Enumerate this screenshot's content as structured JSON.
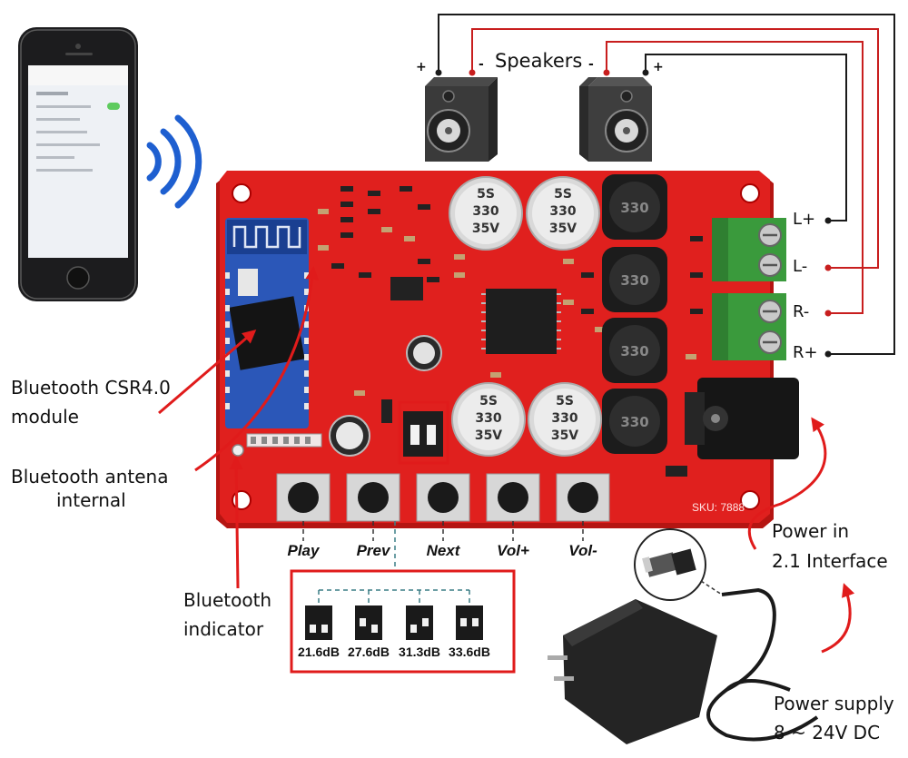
{
  "labels": {
    "speakers": "Speakers",
    "bt_module_line1": "Bluetooth CSR4.0",
    "bt_module_line2": "module",
    "bt_antenna_line1": "Bluetooth antena",
    "bt_antenna_line2": "internal",
    "bt_indicator_line1": "Bluetooth",
    "bt_indicator_line2": "indicator",
    "power_in_line1": "Power in",
    "power_in_line2": "2.1 Interface",
    "power_supply_line1": "Power supply",
    "power_supply_line2": "8 ~ 24V DC"
  },
  "terminals": [
    "L+",
    "L-",
    "R-",
    "R+"
  ],
  "speaker_signs": {
    "plus": "+",
    "minus": "-"
  },
  "buttons": [
    "Play",
    "Prev",
    "Next",
    "Vol+",
    "Vol-"
  ],
  "gain_settings": [
    "21.6dB",
    "27.6dB",
    "31.3dB",
    "33.6dB"
  ],
  "board": {
    "capacitor_values": [
      "5S",
      "330",
      "35V"
    ],
    "inductor_value": "330",
    "sku": "SKU: 7888"
  },
  "colors": {
    "board": "#e0201e",
    "board_dark": "#b51512",
    "annotation_red": "#e01b1b",
    "wire_red": "#c81e1e",
    "wire_black": "#1a1a1a",
    "terminal_green": "#3a9a3c",
    "bt_module": "#2b57b8"
  }
}
